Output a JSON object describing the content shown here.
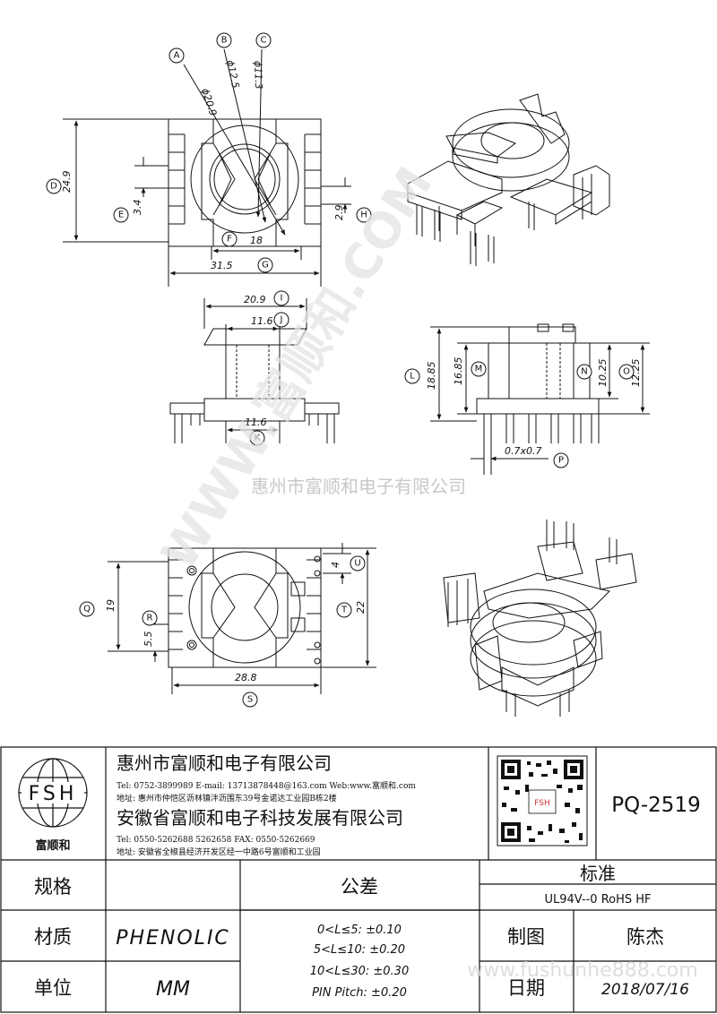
{
  "dimensions": {
    "phiA": "ϕ20.9",
    "phiB": "ϕ12.5",
    "phiC": "ϕ11.3",
    "height_total": "24.9",
    "e": "3.4",
    "f": "18",
    "g": "31.5",
    "h": "2.9",
    "i": "20.9",
    "j": "11.6",
    "k": "11.6",
    "l": "18.85",
    "m": "16.85",
    "n": "10.25",
    "o": "12.25",
    "p": "0.7x0.7",
    "q": "19",
    "r": "5.5",
    "s": "28.8",
    "t": "22",
    "u": "4"
  },
  "labels": {
    "A": "A",
    "B": "B",
    "C": "C",
    "D": "D",
    "E": "E",
    "F": "F",
    "G": "G",
    "H": "H",
    "I": "I",
    "J": "J",
    "K": "K",
    "L": "L",
    "M": "M",
    "N": "N",
    "O": "O",
    "P": "P",
    "Q": "Q",
    "R": "R",
    "S": "S",
    "T": "T",
    "U": "U"
  },
  "watermark": {
    "company": "惠州市富顺和电子有限公司",
    "site": "WWW.富顺和.COM",
    "url": "www.fushunhe888.com"
  },
  "title_block": {
    "logo_text": "FSH",
    "logo_sub": "富顺和",
    "company1": "惠州市富顺和电子有限公司",
    "company1_contact": "Tel:   0752-3899989   E-mail: 13713878448@163.com   Web:www.富顺和.com",
    "company1_address": "地址: 惠州市仲恺区沥林镇泮沥围东39号金诺达工业园B栋2楼",
    "company2": "安徽省富顺和电子科技发展有限公司",
    "company2_contact": "Tel:   0550-5262688   5262658      FAX:  0550-5262669",
    "company2_address": "地址: 安徽省全椒县经济开发区经一中路6号富顺和工业园",
    "qr_label": "FSH",
    "part_no": "PQ-2519",
    "spec_label": "规格",
    "spec_value": "",
    "tolerance_label": "公差",
    "standard_label": "标准",
    "standard_value": "UL94V--0  RoHS HF",
    "material_label": "材质",
    "material_value": "PHENOLIC",
    "drafter_label": "制图",
    "drafter_value": "陈杰",
    "unit_label": "单位",
    "unit_value": "MM",
    "date_label": "日期",
    "date_value": "2018/07/16",
    "tolerances": [
      "0<L≤5: ±0.10",
      "5<L≤10: ±0.20",
      "10<L≤30: ±0.30",
      "PIN Pitch: ±0.20"
    ]
  }
}
